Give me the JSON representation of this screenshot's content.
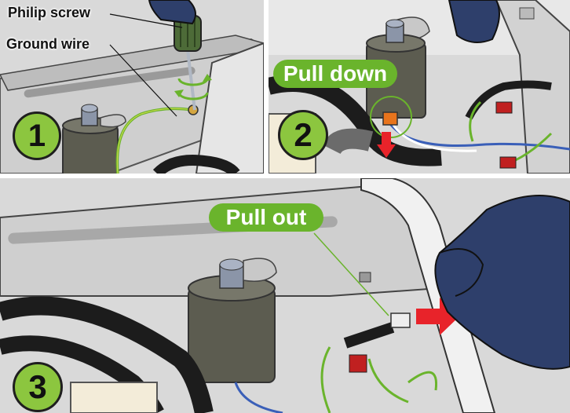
{
  "panels": [
    {
      "step": "1",
      "labels": {
        "philip_screw": "Philip screw",
        "ground_wire": "Ground wire"
      }
    },
    {
      "step": "2",
      "instruction": "Pull down"
    },
    {
      "step": "3",
      "instruction": "Pull out"
    }
  ],
  "colors": {
    "accent_green": "#8cc63f",
    "pill_green": "#6ab42c",
    "arrow_red": "#e8232a",
    "glove_blue": "#2e3f6b"
  }
}
